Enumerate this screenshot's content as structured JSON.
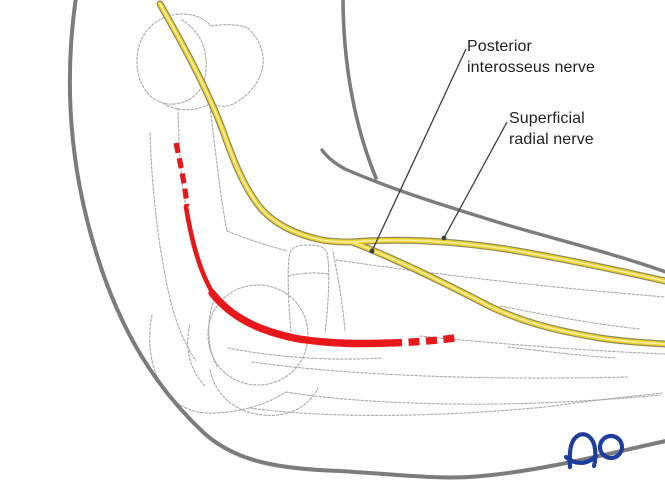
{
  "theme": {
    "background": "#ffffff",
    "outlineGray": "#7c7c7c",
    "boneGray": "#a9a9a9",
    "nerveYellow": "#f2d32e",
    "nerveEdge": "#8b8b57",
    "nerveCore": "#faf0b4",
    "incisionRed": "#e81719",
    "leaderInk": "#3d3d3d",
    "textInk": "#1f1f1f",
    "logoBlue": "#1d3d9e"
  },
  "labels": {
    "posterior_interosseus": "Posterior\ninterosseus nerve",
    "superficial_radial": "Superficial\nradial nerve"
  },
  "branding": {
    "logo_text": "AO"
  }
}
